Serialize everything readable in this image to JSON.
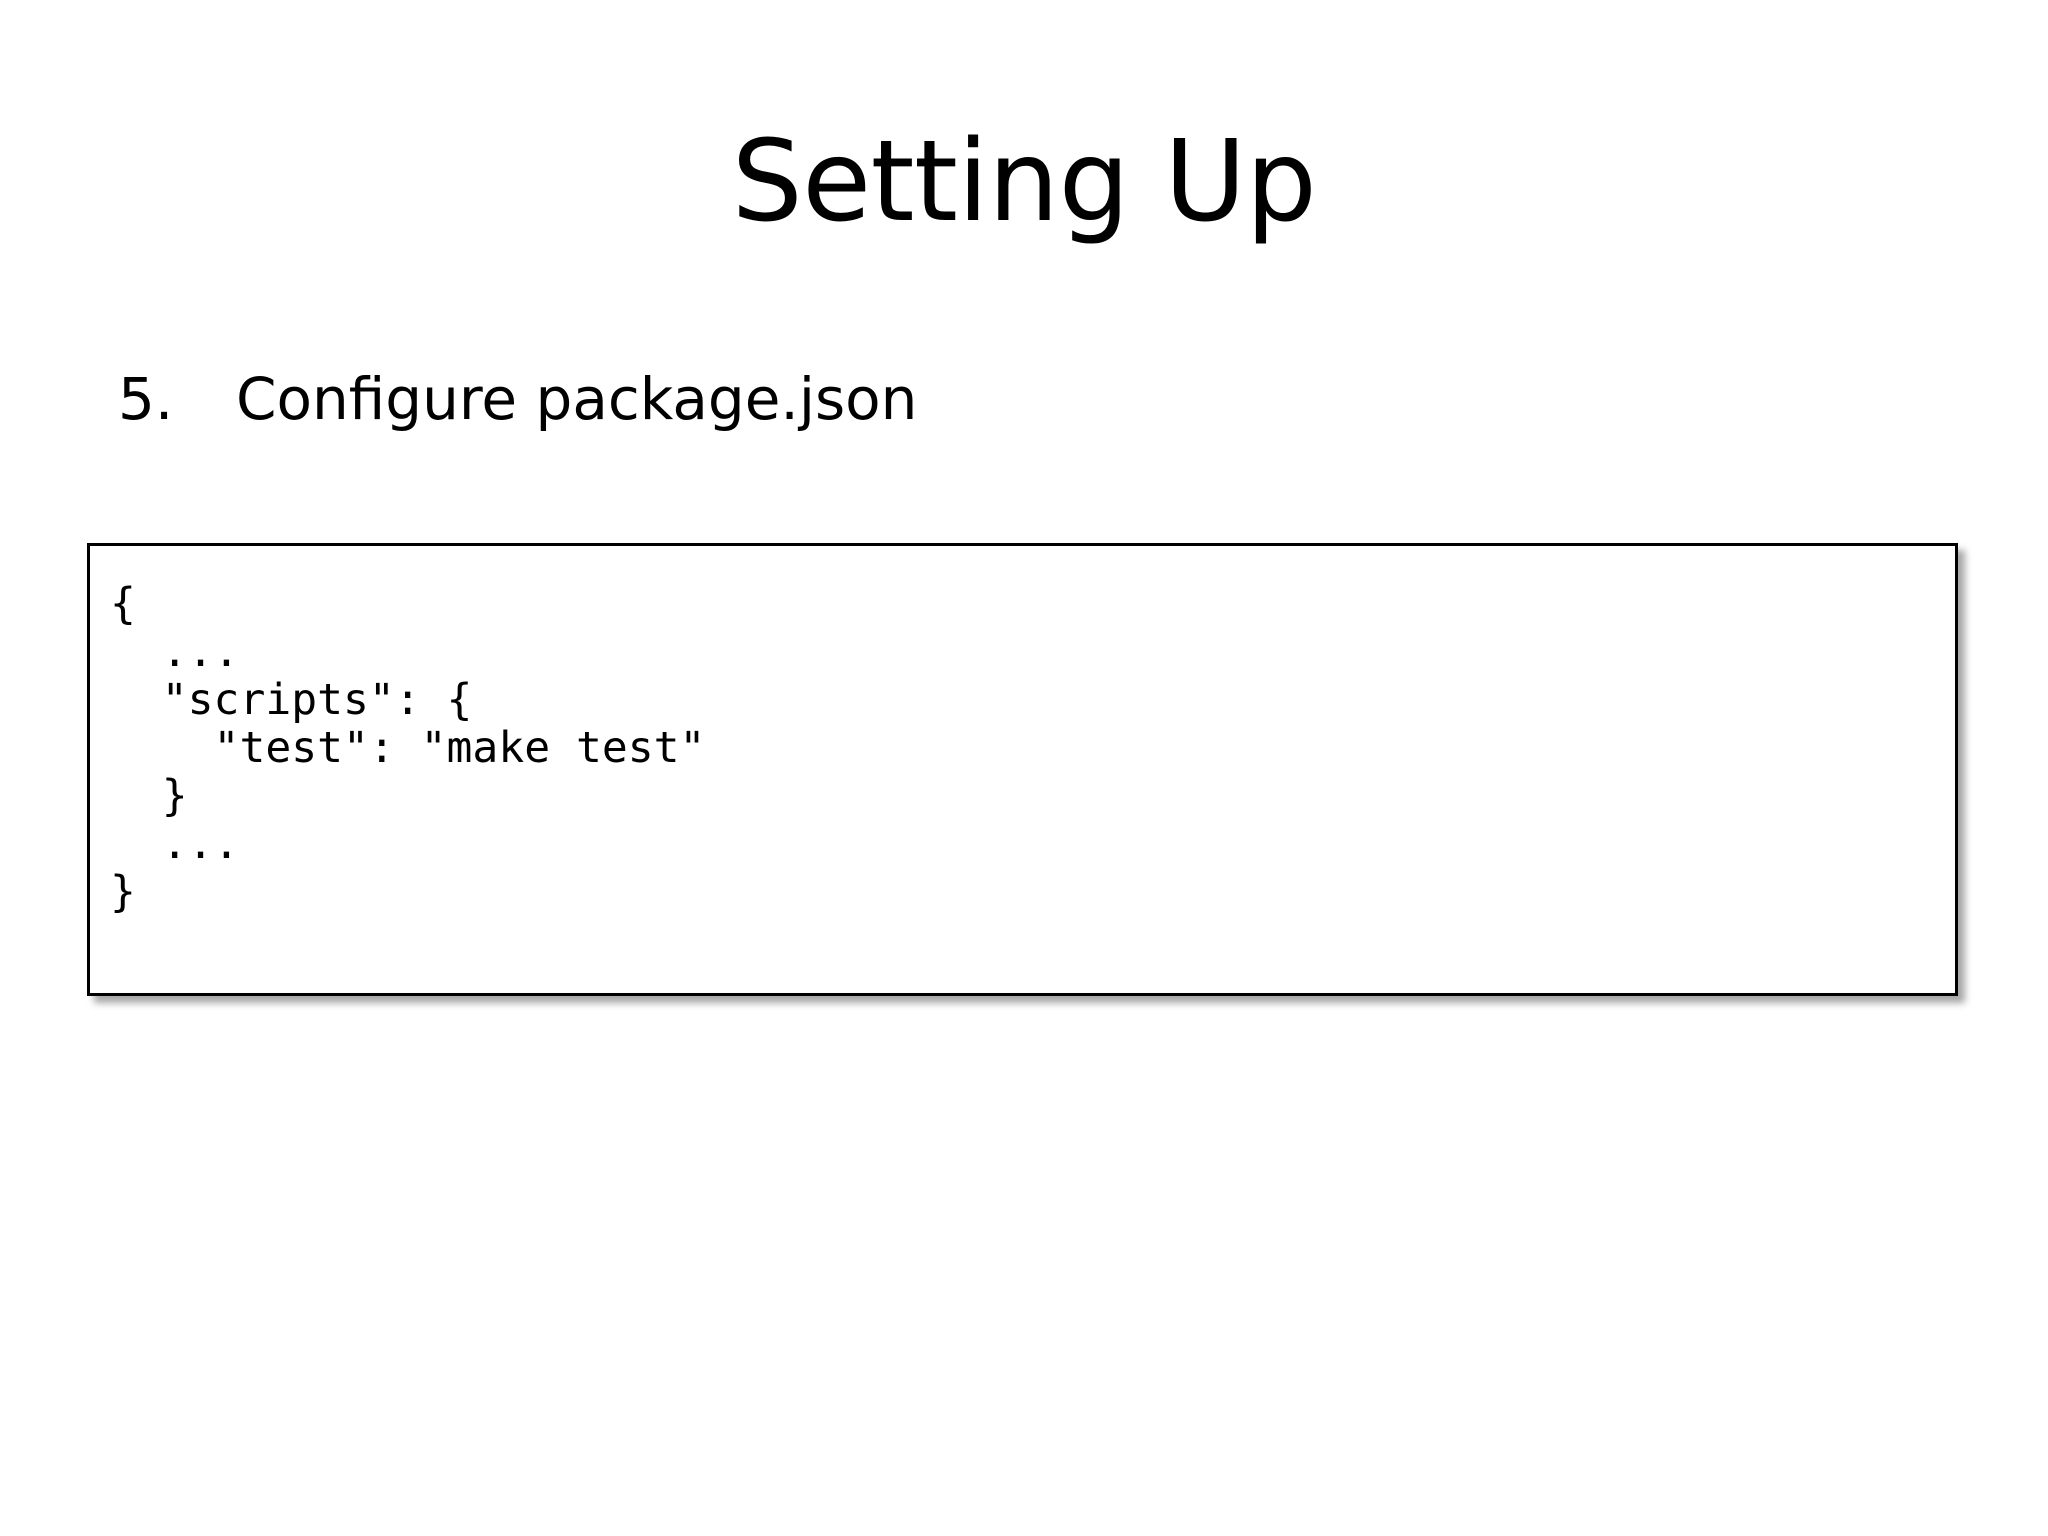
{
  "slide": {
    "title": "Setting Up",
    "background_color": "#ffffff",
    "text_color": "#000000"
  },
  "list": {
    "items": [
      {
        "marker": "5.",
        "text": "Configure package.json"
      }
    ]
  },
  "code_block": {
    "border_color": "#000000",
    "background_color": "#ffffff",
    "language": "json",
    "lines": [
      "{",
      "  ...",
      "  \"scripts\": {",
      "    \"test\": \"make test\"",
      "  }",
      "  ...",
      "}"
    ],
    "full_text": "{\n  ...\n  \"scripts\": {\n    \"test\": \"make test\"\n  }\n  ...\n}"
  }
}
